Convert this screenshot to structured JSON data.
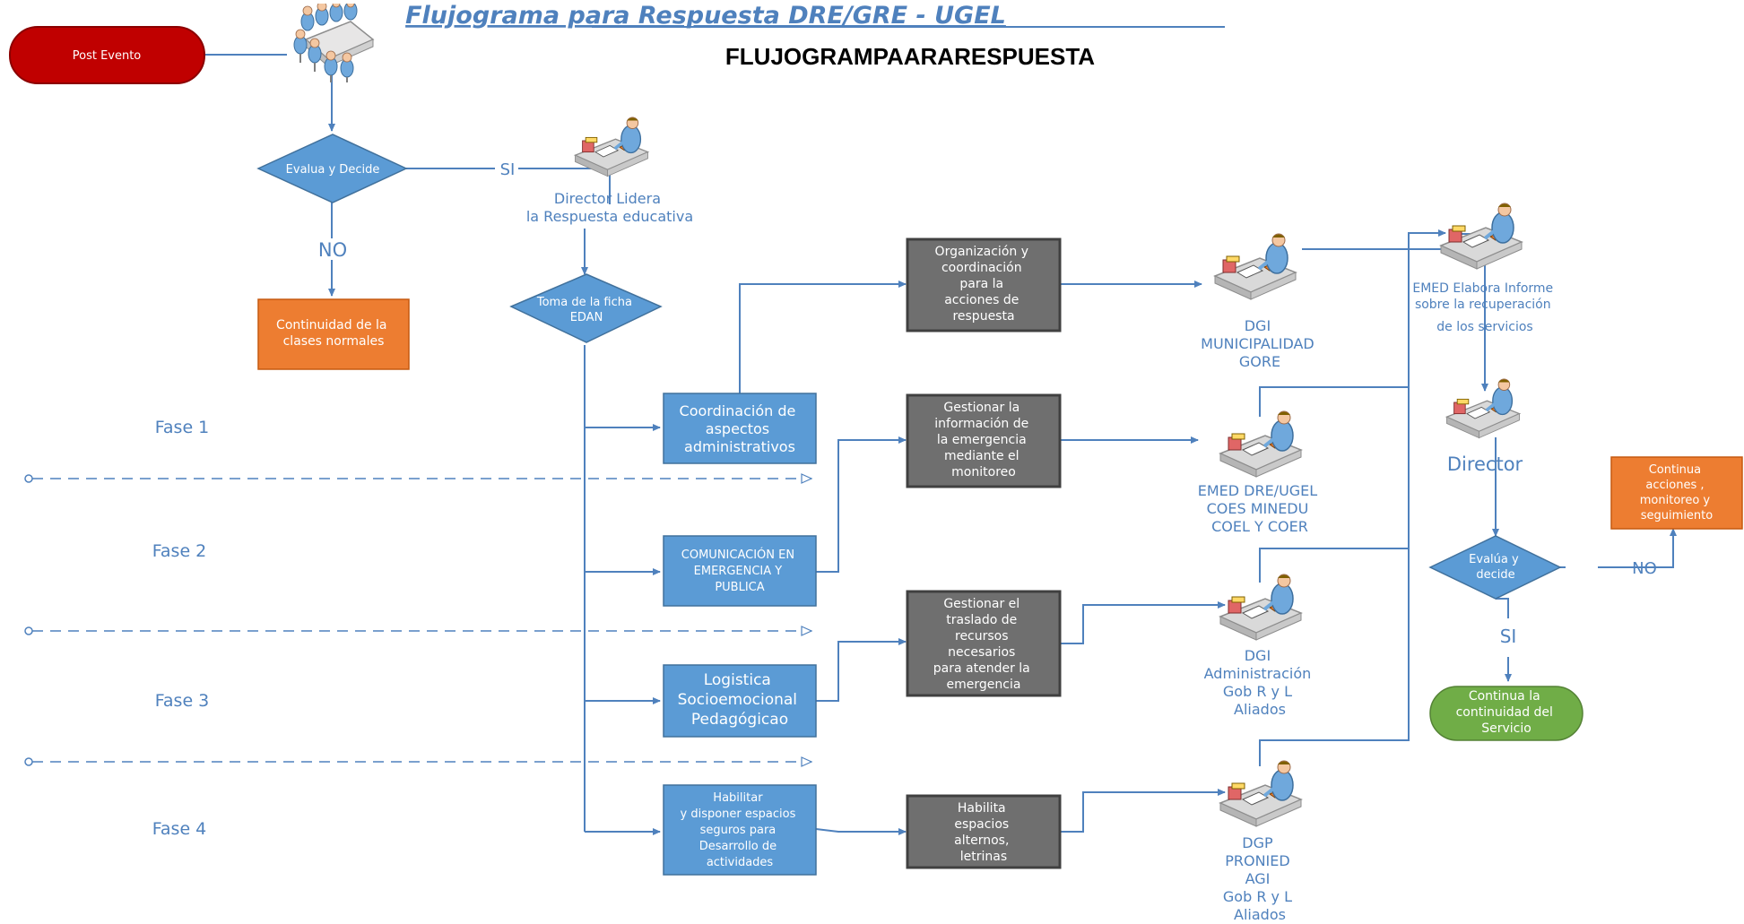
{
  "title": "Flujograma para Respuesta DRE/GRE - UGEL",
  "subtitle": "FLUJOGRAMPAARARESPUESTA",
  "colors": {
    "blue": "#5b9bd5",
    "gray": "#6f6f6f",
    "orange": "#ed7d31",
    "red": "#c00000",
    "green": "#70ad47",
    "line": "#4f81bd",
    "title": "#4f81bd"
  },
  "start": {
    "label": "Post Evento"
  },
  "decisions": {
    "evalua": "Evalua y Decide",
    "toma": [
      "Toma de la ficha",
      "EDAN"
    ],
    "evalua2": [
      "Evalúa y",
      "decide"
    ]
  },
  "labels": {
    "si": "SI",
    "no": "NO",
    "director_lidera": [
      "Director Lidera",
      "la Respuesta educativa"
    ],
    "director": "Director",
    "emed_informe": [
      "EMED Elabora Informe",
      "sobre la recuperación",
      "de los servicios"
    ]
  },
  "orange_boxes": {
    "continuidad": [
      "Continuidad de la",
      "clases normales"
    ],
    "continua": [
      "Continua",
      "acciones ,",
      "monitoreo y",
      "seguimiento"
    ]
  },
  "green_box": [
    "Continua la",
    "continuidad del",
    "Servicio"
  ],
  "phases": [
    "Fase 1",
    "Fase 2",
    "Fase 3",
    "Fase 4"
  ],
  "blue_boxes": [
    [
      "Coordinación de",
      "aspectos",
      "administrativos"
    ],
    [
      "COMUNICACIÓN EN",
      "EMERGENCIA Y",
      "PUBLICA"
    ],
    [
      "Logistica",
      "Socioemocional",
      "Pedagógicao"
    ],
    [
      "Habilitar",
      "y disponer espacios",
      "seguros para",
      "Desarrollo de",
      "actividades"
    ]
  ],
  "gray_boxes": [
    [
      "Organización y",
      "coordinación",
      "para la",
      "acciones de",
      "respuesta"
    ],
    [
      "Gestionar la",
      "información de",
      "la emergencia",
      "mediante el",
      "monitoreo"
    ],
    [
      "Gestionar el",
      "traslado de",
      "recursos",
      "necesarios",
      "para atender la",
      "emergencia"
    ],
    [
      "Habilita",
      "espacios",
      "alternos,",
      "letrinas"
    ]
  ],
  "actors": [
    [
      "DGI",
      "MUNICIPALIDAD",
      "GORE"
    ],
    [
      "EMED DRE/UGEL",
      "COES MINEDU",
      "COEL Y COER"
    ],
    [
      "DGI",
      "Administración",
      "Gob R y L",
      "Aliados"
    ],
    [
      "DGP",
      "PRONIED",
      "AGI",
      "Gob R y L",
      "Aliados"
    ]
  ]
}
